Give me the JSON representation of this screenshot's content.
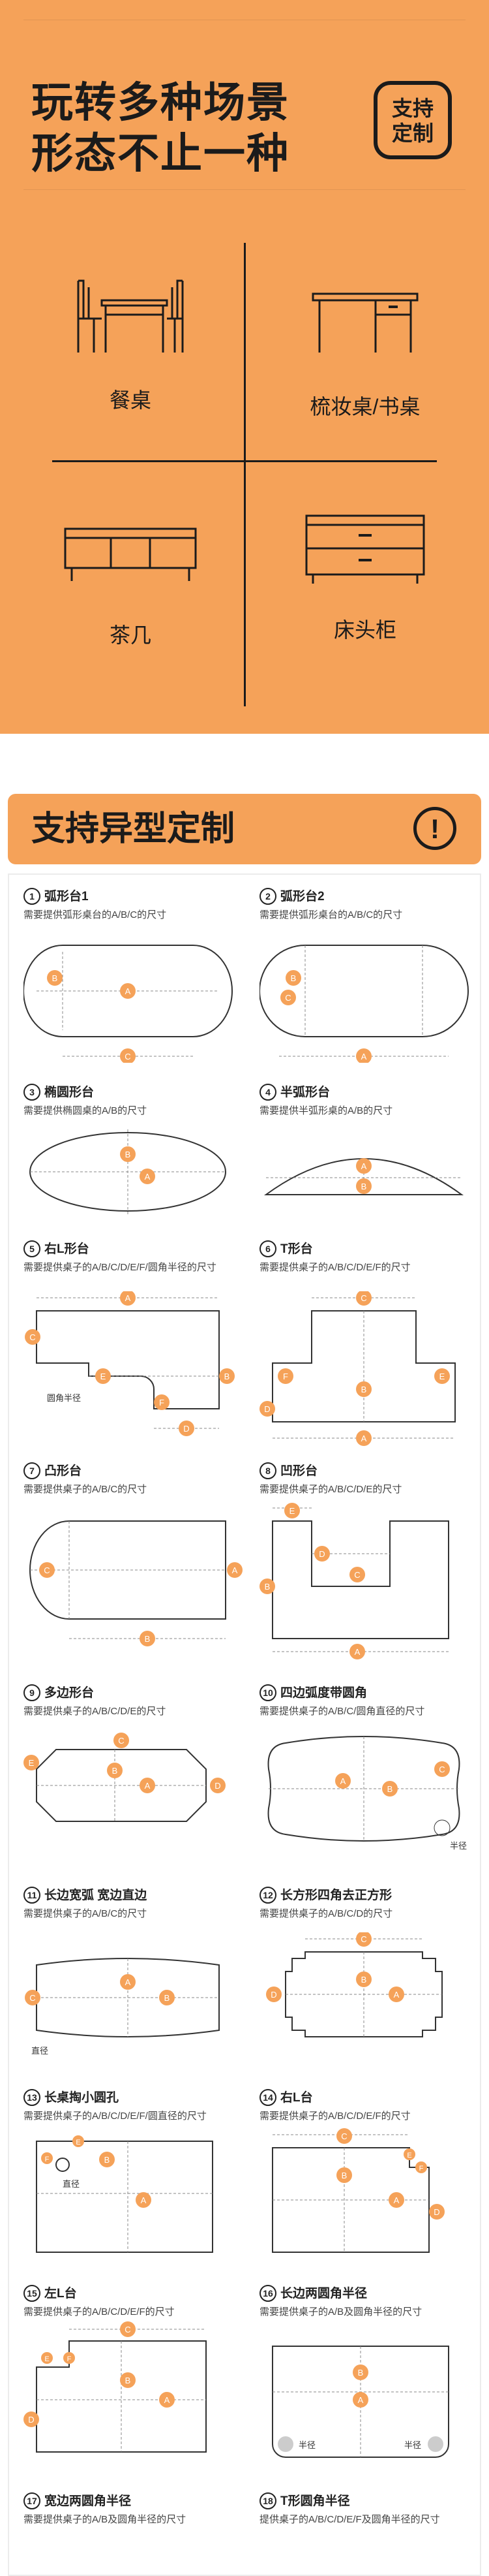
{
  "hero": {
    "line1": "玩转多种场景",
    "line2": "形态不止一种",
    "badge_line1": "支持",
    "badge_line2": "定制",
    "scenes": [
      {
        "label": "餐桌",
        "icon": "dining-table-icon"
      },
      {
        "label": "梳妆桌/书桌",
        "icon": "desk-icon"
      },
      {
        "label": "茶几",
        "icon": "coffee-table-icon"
      },
      {
        "label": "床头柜",
        "icon": "nightstand-icon"
      }
    ]
  },
  "custom": {
    "title": "支持异型定制",
    "alert_icon": "exclamation-icon",
    "accent": "#f5a259",
    "items": [
      {
        "num": "1",
        "title": "弧形台1",
        "desc": "需要提供弧形桌台的A/B/C的尺寸"
      },
      {
        "num": "2",
        "title": "弧形台2",
        "desc": "需要提供弧形桌台的A/B/C的尺寸"
      },
      {
        "num": "3",
        "title": "椭圆形台",
        "desc": "需要提供椭圆桌的A/B的尺寸"
      },
      {
        "num": "4",
        "title": "半弧形台",
        "desc": "需要提供半弧形桌的A/B的尺寸"
      },
      {
        "num": "5",
        "title": "右L形台",
        "desc": "需要提供桌子的A/B/C/D/E/F/圆角半径的尺寸"
      },
      {
        "num": "6",
        "title": "T形台",
        "desc": "需要提供桌子的A/B/C/D/E/F的尺寸"
      },
      {
        "num": "7",
        "title": "凸形台",
        "desc": "需要提供桌子的A/B/C的尺寸"
      },
      {
        "num": "8",
        "title": "凹形台",
        "desc": "需要提供桌子的A/B/C/D/E的尺寸"
      },
      {
        "num": "9",
        "title": "多边形台",
        "desc": "需要提供桌子的A/B/C/D/E的尺寸"
      },
      {
        "num": "10",
        "title": "四边弧度带圆角",
        "desc": "需要提供桌子的A/B/C/圆角直径的尺寸"
      },
      {
        "num": "11",
        "title": "长边宽弧 宽边直边",
        "desc": "需要提供桌子的A/B/C的尺寸"
      },
      {
        "num": "12",
        "title": "长方形四角去正方形",
        "desc": "需要提供桌子的A/B/C/D的尺寸"
      },
      {
        "num": "13",
        "title": "长桌掏小圆孔",
        "desc": "需要提供桌子的A/B/C/D/E/F/圆直径的尺寸"
      },
      {
        "num": "14",
        "title": "右L台",
        "desc": "需要提供桌子的A/B/C/D/E/F的尺寸"
      },
      {
        "num": "15",
        "title": "左L台",
        "desc": "需要提供桌子的A/B/C/D/E/F的尺寸"
      },
      {
        "num": "16",
        "title": "长边两圆角半径",
        "desc": "需要提供桌子的A/B及圆角半径的尺寸"
      },
      {
        "num": "17",
        "title": "宽边两圆角半径",
        "desc": "需要提供桌子的A/B及圆角半径的尺寸"
      },
      {
        "num": "18",
        "title": "T形圆角半径",
        "desc": "提供桌子的A/B/C/D/E/F及圆角半径的尺寸"
      }
    ],
    "labels": {
      "radius": "圆角半径",
      "half": "半径",
      "diameter": "直径"
    }
  }
}
